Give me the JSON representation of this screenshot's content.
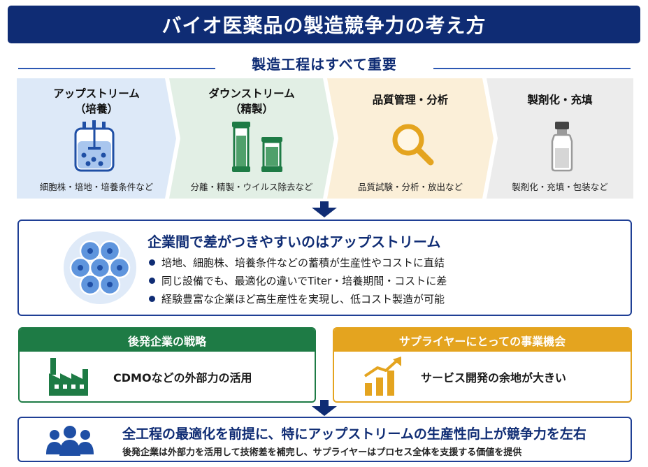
{
  "title": "バイオ医薬品の製造競争力の考え方",
  "subtitle": "製造工程はすべて重要",
  "steps": [
    {
      "title": "アップストリーム",
      "sub": "（培養）",
      "desc": "細胞株・培地・培養条件など",
      "icon": "bioreactor-icon",
      "bg": "#dde9f8"
    },
    {
      "title": "ダウンストリーム",
      "sub": "（精製）",
      "desc": "分離・精製・ウイルス除去など",
      "icon": "chromatography-columns-icon",
      "bg": "#e2efe5"
    },
    {
      "title": "品質管理・分析",
      "sub": "",
      "desc": "品質試験・分析・放出など",
      "icon": "magnifier-icon",
      "bg": "#fbefd8"
    },
    {
      "title": "製剤化・充填",
      "sub": "",
      "desc": "製剤化・充填・包装など",
      "icon": "vial-icon",
      "bg": "#ececec"
    }
  ],
  "mid": {
    "headline": "企業間で差がつきやすいのはアップストリーム",
    "bullets": [
      "培地、細胞株、培養条件などの蓄積が生産性やコストに直結",
      "同じ設備でも、最適化の違いでTiter・培養期間・コストに差",
      "経験豊富な企業ほど高生産性を実現し、低コスト製造が可能"
    ],
    "icon": "cell-cluster-icon"
  },
  "cards": {
    "left": {
      "header": "後発企業の戦略",
      "body": "CDMOなどの外部力の活用",
      "icon": "factory-icon"
    },
    "right": {
      "header": "サプライヤーにとっての事業機会",
      "body": "サービス開発の余地が大きい",
      "icon": "growth-chart-icon"
    }
  },
  "bottom": {
    "main": "全工程の最適化を前提に、特にアップストリームの生産性向上が競争力を左右",
    "sub": "後発企業は外部力を活用して技術差を補完し、サプライヤーはプロセス全体を支援する価値を提供",
    "icon": "people-group-icon"
  },
  "colors": {
    "navy": "#0f2c74",
    "green": "#1e7b45",
    "orange": "#e4a41f",
    "blue_light": "#dde9f8"
  }
}
